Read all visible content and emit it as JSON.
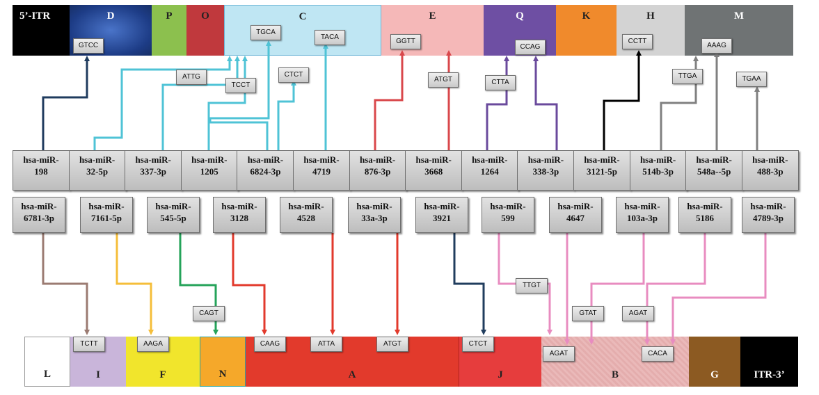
{
  "colors": {
    "navy": "#1f3b5e",
    "cyan": "#4fc3d6",
    "red": "#d9474b",
    "purple": "#6a4a9c",
    "black": "#000000",
    "gray": "#808080",
    "brown": "#9b7b72",
    "yellow": "#f5be3a",
    "green": "#25a35a",
    "bright_red": "#e23a2c",
    "dark_navy": "#203d5e",
    "pink": "#e88cc0"
  },
  "top_segments": [
    {
      "label": "5’-ITR",
      "color": "#000000",
      "text_color": "#ffffff",
      "align": "left"
    },
    {
      "label": "D",
      "color": "#2a4fa0",
      "text_color": "#ffffff"
    },
    {
      "label": "P",
      "color": "#8cc04e",
      "text_color": "#222222"
    },
    {
      "label": "O",
      "color": "#c0393d",
      "text_color": "#222222"
    },
    {
      "label": "C",
      "color": "#bfe6f3",
      "text_color": "#222222"
    },
    {
      "label": "E",
      "color": "#f5b8b8",
      "text_color": "#222222"
    },
    {
      "label": "Q",
      "color": "#6e4fa3",
      "text_color": "#ffffff"
    },
    {
      "label": "K",
      "color": "#f08a2c",
      "text_color": "#222222"
    },
    {
      "label": "H",
      "color": "#d3d3d3",
      "text_color": "#222222"
    },
    {
      "label": "M",
      "color": "#6f7374",
      "text_color": "#ffffff"
    }
  ],
  "bottom_segments": [
    {
      "label": "L",
      "color": "#ffffff",
      "text_color": "#222222"
    },
    {
      "label": "I",
      "color": "#c9b5da",
      "text_color": "#222222"
    },
    {
      "label": "F",
      "color": "#f1e52c",
      "text_color": "#222222"
    },
    {
      "label": "N",
      "color": "#f5a82a",
      "text_color": "#222222"
    },
    {
      "label": "A",
      "color": "#e23a2c",
      "text_color": "#222222"
    },
    {
      "label": "J",
      "color": "#e63d3d",
      "text_color": "#222222"
    },
    {
      "label": "B",
      "color": "#e7b3b3",
      "text_color": "#222222"
    },
    {
      "label": "G",
      "color": "#8c5a22",
      "text_color": "#ffffff"
    },
    {
      "label": "ITR-3’",
      "color": "#000000",
      "text_color": "#ffffff"
    }
  ],
  "mirnas_row1": [
    {
      "line1": "hsa-miR-",
      "line2": "198"
    },
    {
      "line1": "hsa-miR-",
      "line2": "32-5p"
    },
    {
      "line1": "hsa-miR-",
      "line2": "337-3p"
    },
    {
      "line1": "hsa-miR-",
      "line2": "1205"
    },
    {
      "line1": "hsa-miR-",
      "line2": "6824-3p"
    },
    {
      "line1": "hsa-miR-",
      "line2": "4719"
    },
    {
      "line1": "hsa-miR-",
      "line2": "876-3p"
    },
    {
      "line1": "hsa-miR-",
      "line2": "3668"
    },
    {
      "line1": "hsa-miR-",
      "line2": "1264"
    },
    {
      "line1": "hsa-miR-",
      "line2": "338-3p"
    },
    {
      "line1": "hsa-miR-",
      "line2": "3121-5p"
    },
    {
      "line1": "hsa-miR-",
      "line2": "514b-3p"
    },
    {
      "line1": "hsa-miR-",
      "line2": "548a--5p"
    },
    {
      "line1": "hsa-miR-",
      "line2": "488-3p"
    }
  ],
  "mirnas_row2": [
    {
      "line1": "hsa-miR-",
      "line2": "6781-3p"
    },
    {
      "line1": "hsa-miR-",
      "line2": "7161-5p"
    },
    {
      "line1": "hsa-miR-",
      "line2": "545-5p"
    },
    {
      "line1": "hsa-miR-",
      "line2": "3128"
    },
    {
      "line1": "hsa-miR-",
      "line2": "4528"
    },
    {
      "line1": "hsa-miR-",
      "line2": "33a-3p"
    },
    {
      "line1": "hsa-miR-",
      "line2": "3921"
    },
    {
      "line1": "hsa-miR-",
      "line2": "599"
    },
    {
      "line1": "hsa-miR-",
      "line2": "4647"
    },
    {
      "line1": "hsa-miR-",
      "line2": "103a-3p"
    },
    {
      "line1": "hsa-miR-",
      "line2": "5186"
    },
    {
      "line1": "hsa-miR-",
      "line2": "4789-3p"
    }
  ],
  "motifs_top": [
    "GTCC",
    "ATTG",
    "TCCT",
    "TGCA",
    "CTCT",
    "TACA",
    "GGTT",
    "ATGT",
    "CTTA",
    "CCAG",
    "CCTT",
    "TTGA",
    "AAAG",
    "TGAA"
  ],
  "motifs_bottom": [
    "TCTT",
    "AAGA",
    "CAGT",
    "CAAG",
    "ATTA",
    "ATGT",
    "CTCT",
    "TTGT",
    "GTAT",
    "AGAT",
    "AGAT",
    "CACA"
  ]
}
